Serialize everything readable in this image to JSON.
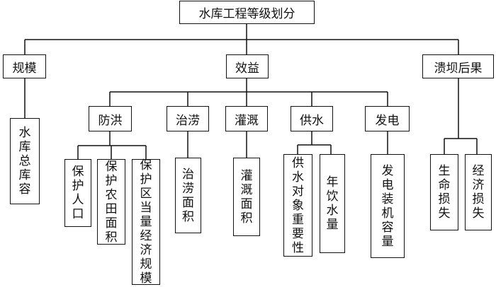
{
  "root": "水库工程等级划分",
  "level1": [
    "规模",
    "效益",
    "溃坝后果"
  ],
  "level2": [
    "防洪",
    "治涝",
    "灌溉",
    "供水",
    "发电"
  ],
  "leaves": {
    "scale": [
      "水库总库容"
    ],
    "flood": [
      "保护人口",
      "保护农田面积",
      "保护区当量经济规模"
    ],
    "drain": [
      "治涝面积"
    ],
    "irrigation": [
      "灌溉面积"
    ],
    "water": [
      "供水对象重要性",
      "年饮水量"
    ],
    "power": [
      "发电装机容量"
    ],
    "breach": [
      "生命损失",
      "经济损失"
    ]
  }
}
